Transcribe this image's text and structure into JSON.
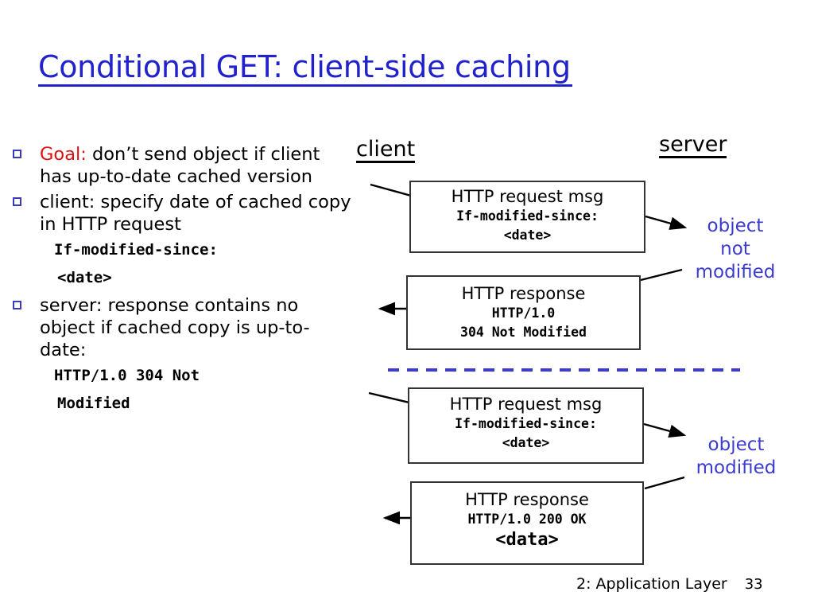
{
  "slide": {
    "title": "Conditional GET: client-side caching",
    "accent_color": "#2222cc",
    "highlight_color": "#e01010",
    "note_color": "#3b3bd0"
  },
  "bullets": [
    {
      "marker": "square-bullet",
      "lead": "Goal:",
      "text": " don’t send object if client has up-to-date cached version"
    },
    {
      "marker": "square-bullet",
      "lead": "",
      "text": "client: specify date of cached copy in HTTP request"
    },
    {
      "marker": "square-bullet",
      "lead": "",
      "text": "server: response contains no object if cached copy is up-to-date:"
    }
  ],
  "code_blocks": {
    "client_header_line1": "If-modified-since:",
    "client_header_line2": "<date>",
    "server_status_line1": "HTTP/1.0 304 Not",
    "server_status_line2": "Modified"
  },
  "diagram": {
    "client_label": "client",
    "server_label": "server",
    "boxes": [
      {
        "id": "request-1",
        "title": "HTTP request msg",
        "code_lines": [
          "If-modified-since:",
          "<date>"
        ]
      },
      {
        "id": "response-1",
        "title": "HTTP response",
        "code_lines": [
          "HTTP/1.0",
          "304 Not Modified"
        ]
      },
      {
        "id": "request-2",
        "title": "HTTP request msg",
        "code_lines": [
          "If-modified-since:",
          "<date>"
        ]
      },
      {
        "id": "response-2",
        "title": "HTTP response",
        "code_lines": [
          "HTTP/1.0 200 OK",
          "<data>"
        ]
      }
    ],
    "notes": [
      {
        "id": "object-not-modified",
        "text": "object\nnot\nmodified"
      },
      {
        "id": "object-modified",
        "text": "object\nmodified"
      }
    ],
    "separator": "dashed-divider"
  },
  "footer": {
    "chapter": "2: Application Layer",
    "page": "33"
  }
}
